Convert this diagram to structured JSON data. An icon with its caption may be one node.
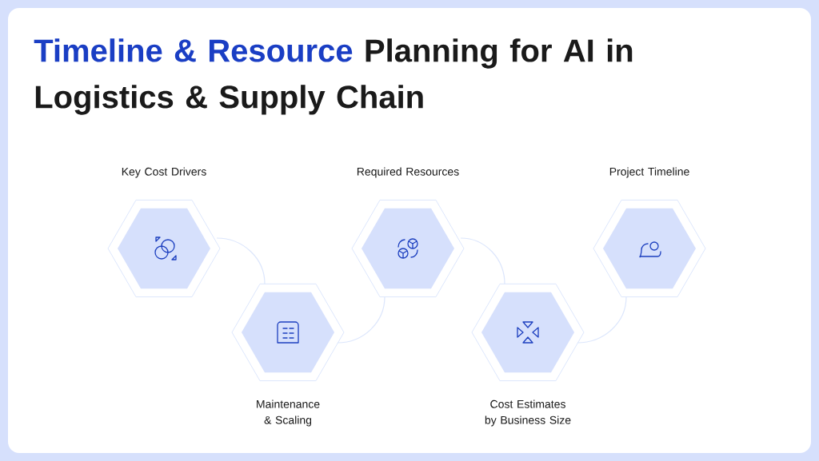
{
  "diagram": {
    "title": "**Timeline & Resource** Planning for AI in Logistics & Supply Chain",
    "nodes": [
      {
        "text": [
          "Key Cost Drivers"
        ]
      },
      {
        "text": [
          "Maintenance & Scaling"
        ]
      },
      {
        "text": [
          "Required Resources"
        ]
      },
      {
        "text": [
          "Cost Estimates by Business Size"
        ]
      },
      {
        "text": [
          "Project Timeline"
        ]
      }
    ],
    "edges": [
      {
        "from": 0,
        "to": 1,
        "arrow": "none"
      },
      {
        "from": 1,
        "to": 2,
        "arrow": "none"
      },
      {
        "from": 2,
        "to": 3,
        "arrow": "none"
      },
      {
        "from": 3,
        "to": 4,
        "arrow": "none"
      }
    ]
  }
}
